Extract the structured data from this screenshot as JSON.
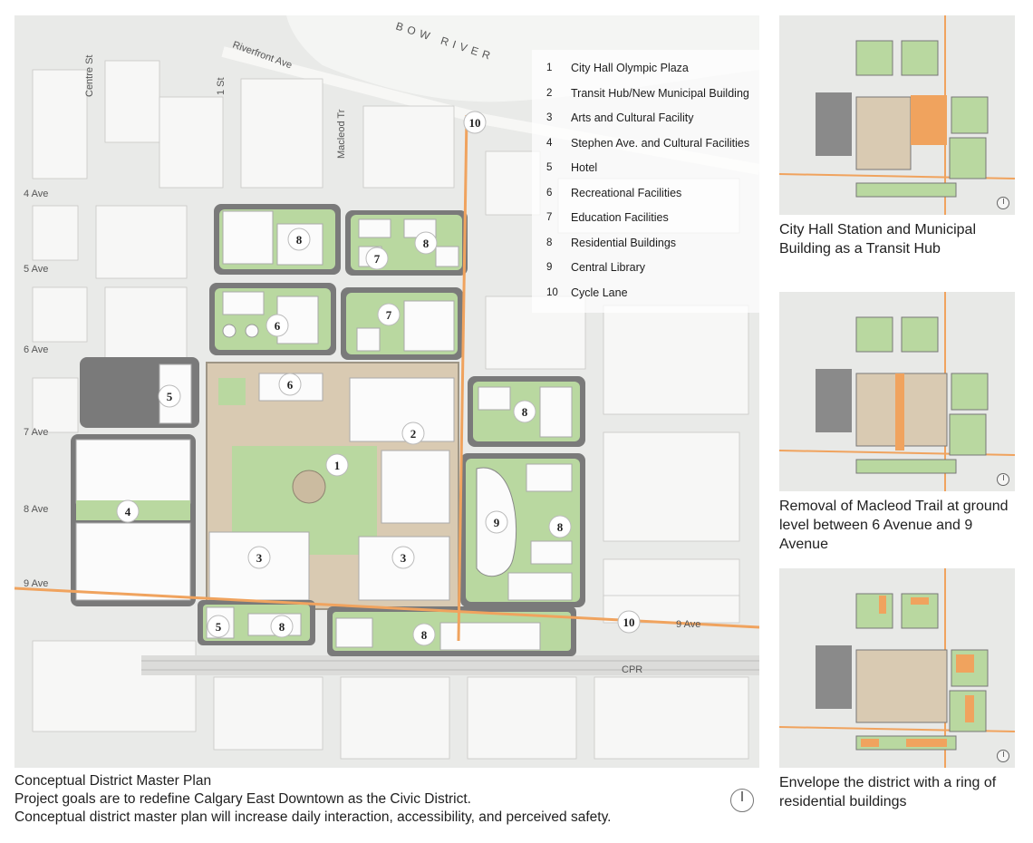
{
  "map": {
    "river_name": "BOW RIVER",
    "street_labels": {
      "riverfront": "Riverfront Ave",
      "centre_st": "Centre St",
      "first_st": "1 St",
      "macleod_tr": "Macleod Tr",
      "ave4": "4 Ave",
      "ave5": "5 Ave",
      "ave6": "6 Ave",
      "ave7": "7 Ave",
      "ave8": "8 Ave",
      "ave9_left": "9 Ave",
      "ave9_right": "9 Ave",
      "cpr": "CPR"
    },
    "markers": [
      "1",
      "2",
      "3",
      "3",
      "4",
      "5",
      "5",
      "6",
      "6",
      "7",
      "7",
      "8",
      "8",
      "8",
      "8",
      "8",
      "8",
      "9",
      "10",
      "10"
    ],
    "colors": {
      "path": "#f0a35e",
      "green": "#b9d8a0",
      "plaza": "#d9cab2",
      "highlight": "#f0a35e"
    }
  },
  "legend": {
    "items": [
      {
        "num": "1",
        "label": "City Hall Olympic Plaza"
      },
      {
        "num": "2",
        "label": "Transit Hub/New Municipal Building"
      },
      {
        "num": "3",
        "label": "Arts and Cultural Facility"
      },
      {
        "num": "4",
        "label": "Stephen Ave. and Cultural Facilities"
      },
      {
        "num": "5",
        "label": "Hotel"
      },
      {
        "num": "6",
        "label": "Recreational Facilities"
      },
      {
        "num": "7",
        "label": "Education Facilities"
      },
      {
        "num": "8",
        "label": "Residential Buildings"
      },
      {
        "num": "9",
        "label": "Central Library"
      },
      {
        "num": "10",
        "label": "Cycle Lane"
      }
    ]
  },
  "thumbnails": [
    {
      "caption": "City Hall Station and Municipal Building as a Transit Hub"
    },
    {
      "caption": "Removal of Macleod Trail at ground level between 6 Avenue and 9 Avenue"
    },
    {
      "caption": "Envelope the district with a ring of residential buildings"
    }
  ],
  "caption": {
    "title": "Conceptual District Master Plan",
    "line1": "Project goals are to redefine Calgary East Downtown as the Civic District.",
    "line2": "Conceptual district master plan will increase daily interaction, accessibility, and perceived safety."
  }
}
